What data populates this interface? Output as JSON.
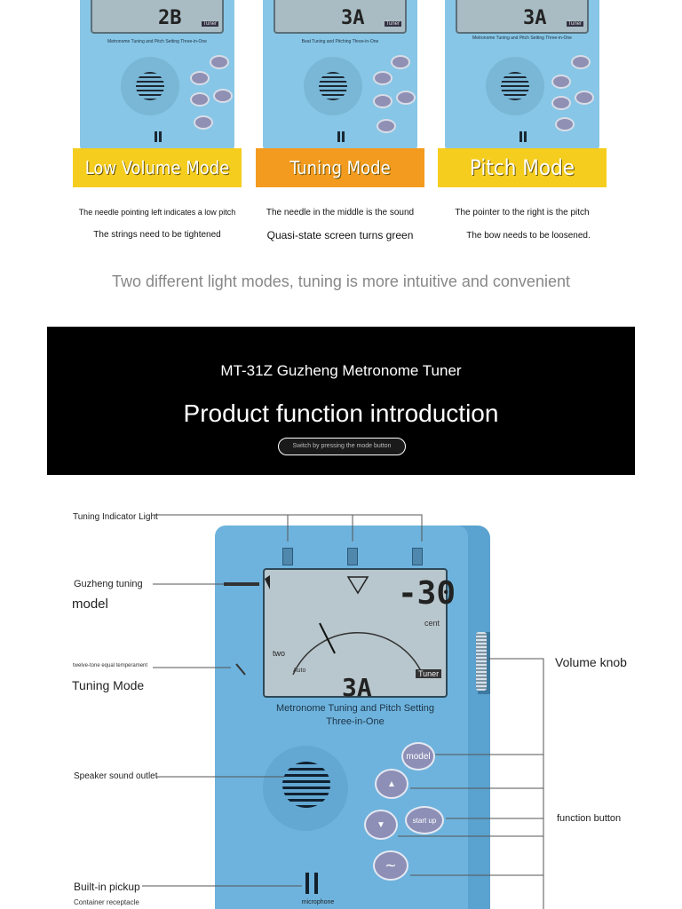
{
  "top_cards": [
    {
      "lcd_text": "2B",
      "caption": "Metronome Tuning and Pitch Setting Three-in-One",
      "mode": "Low Volume Mode",
      "desc1": "The needle pointing left indicates a low pitch",
      "desc2": "The strings need to be tightened"
    },
    {
      "lcd_text": "3A",
      "caption": "Beat Tuning and Pitching Three-in-One",
      "mode": "Tuning Mode",
      "desc1": "The needle in the middle is the sound",
      "desc2": "Quasi-state screen turns green"
    },
    {
      "lcd_text": "3A",
      "caption": "Metronome Tuning and Pitch Setting Three-in-One",
      "mode": "Pitch Mode",
      "desc1": "The pointer to the right is the pitch",
      "desc2": "The bow needs to be loosened."
    }
  ],
  "lcd_badge": "Tuner",
  "tagline": "Two different light modes, tuning is more intuitive and convenient",
  "banner": {
    "subtitle": "MT-31Z Guzheng Metronome Tuner",
    "title": "Product function introduction",
    "pill": "Switch by pressing the mode button"
  },
  "device": {
    "cents_value": "-30",
    "cents_label": "cent",
    "note": "3A",
    "tuner_label": "Tuner",
    "auto_label": "Auto",
    "two_label": "two",
    "caption_line1": "Metronome Tuning and Pitch Setting",
    "caption_line2": "Three-in-One",
    "button_model": "model",
    "button_start": "start up",
    "microphone": "microphone"
  },
  "labels": {
    "tuning_indicator": "Tuning Indicator Light",
    "guzheng_tuning": "Guzheng tuning",
    "model": "model",
    "equal_temperament": "twelve-tone equal temperament",
    "tuning_mode": "Tuning Mode",
    "speaker": "Speaker sound outlet",
    "pickup": "Built-in pickup",
    "container": "Container receptacle",
    "volume_knob": "Volume knob",
    "function_button": "function button"
  },
  "colors": {
    "yellow": "#f5cd1e",
    "orange": "#f39b1f",
    "device_blue": "#6eb3dd"
  }
}
